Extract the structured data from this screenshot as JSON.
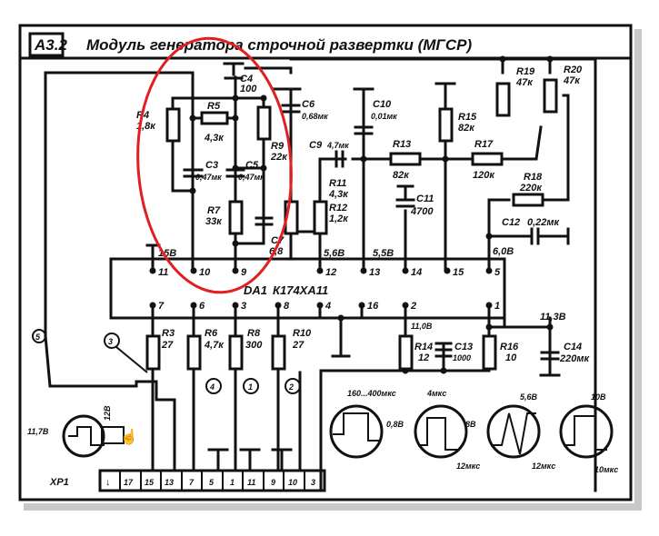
{
  "title": {
    "code": "А3.2",
    "text": "Модуль генератора строчной развертки (МГСР)"
  },
  "ic": {
    "name": "DA1",
    "part": "К174ХА11",
    "top_pins": [
      "11",
      "10",
      "9",
      "12",
      "13",
      "14",
      "15",
      "5"
    ],
    "bottom_pins": [
      "7",
      "6",
      "3",
      "8",
      "4",
      "16",
      "2",
      "1"
    ]
  },
  "components": {
    "R4": [
      "R4",
      "1,8к"
    ],
    "R5": [
      "R5",
      "4,3к"
    ],
    "R9": [
      "R9",
      "22к"
    ],
    "C4": [
      "C4",
      "100"
    ],
    "C3": [
      "C3",
      "0,47мк"
    ],
    "C5": [
      "C5",
      "0,47мк"
    ],
    "R7": [
      "R7",
      "33к"
    ],
    "C7": [
      "C7",
      "6,8"
    ],
    "C6": [
      "C6",
      "0,68мк"
    ],
    "C9": [
      "C9",
      "4,7мк"
    ],
    "C10": [
      "C10",
      "0,01мк"
    ],
    "R11": [
      "R11",
      "4,3к"
    ],
    "R12": [
      "R12",
      "1,2к"
    ],
    "R13": [
      "R13",
      "82к"
    ],
    "R15": [
      "R15",
      "82к"
    ],
    "R17": [
      "R17",
      "120к"
    ],
    "R19": [
      "R19",
      "47к"
    ],
    "R20": [
      "R20",
      "47к"
    ],
    "R18": [
      "R18",
      "220к"
    ],
    "C11": [
      "C11",
      "4700"
    ],
    "C12": [
      "C12",
      "0,22мк"
    ],
    "R3": [
      "R3",
      "27"
    ],
    "R6": [
      "R6",
      "4,7к"
    ],
    "R8": [
      "R8",
      "300"
    ],
    "R10": [
      "R10",
      "27"
    ],
    "R14": [
      "R14",
      "12"
    ],
    "C13": [
      "C13",
      "1000"
    ],
    "R16": [
      "R16",
      "10"
    ],
    "C14": [
      "C14",
      "220мк"
    ]
  },
  "voltages": {
    "v15": "15В",
    "v56": "5,6В",
    "v55": "5,5В",
    "v60": "6,0В",
    "v113": "11,3В",
    "v110": "11,0В",
    "v117": "11,7В",
    "v12": "12В"
  },
  "markers": [
    "5",
    "3",
    "4",
    "1",
    "2"
  ],
  "connector": {
    "name": "XP1",
    "pins": [
      "↓",
      "17",
      "15",
      "13",
      "7",
      "5",
      "1",
      "11",
      "9",
      "10",
      "3"
    ]
  },
  "waveforms": {
    "w1": "160...400мкс",
    "w2": "4мкс",
    "t1": "12мкс",
    "t2": "12мкс",
    "t3": "10мкс",
    "a1": "0,8В",
    "a2": "8В",
    "a3": "5,6В",
    "a4": "10В"
  },
  "colors": {
    "highlight": "#e02020",
    "ink": "#111111"
  }
}
